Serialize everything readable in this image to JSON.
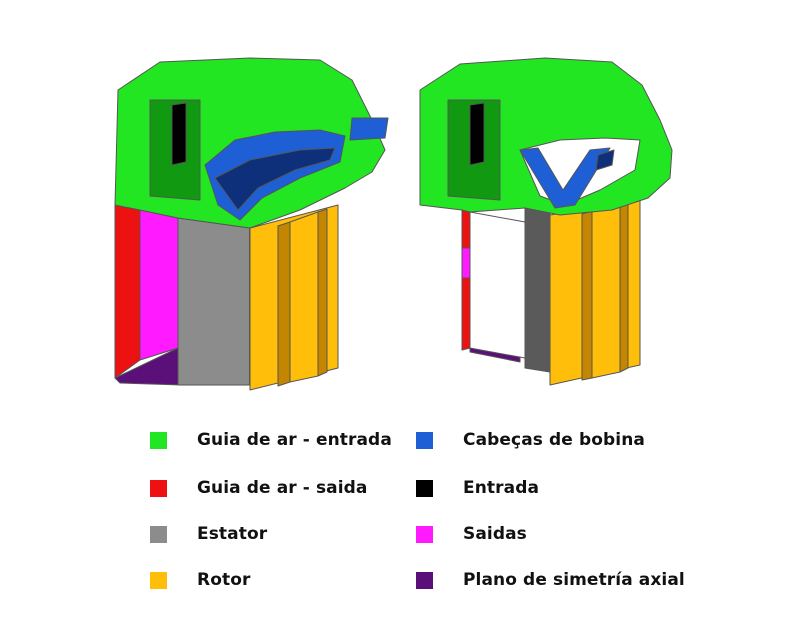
{
  "colors": {
    "green": "#22e622",
    "green_dark": "#119a11",
    "red": "#ee1111",
    "gray": "#8c8c8c",
    "gray_dark": "#5a5a5a",
    "yellow": "#ffbe0a",
    "yellow_dark": "#c48600",
    "blue": "#1f5fd6",
    "blue_dark": "#0e2f7a",
    "black": "#000000",
    "magenta": "#ff1aff",
    "purple": "#5a1078",
    "edge": "#555555"
  },
  "legend": [
    {
      "label": "Guia de ar - entrada",
      "color": "#22e622"
    },
    {
      "label": "Guia de ar - saida",
      "color": "#ee1111"
    },
    {
      "label": "Estator",
      "color": "#8c8c8c"
    },
    {
      "label": "Rotor",
      "color": "#ffbe0a"
    },
    {
      "label": "Cabeças de bobina",
      "color": "#1f5fd6"
    },
    {
      "label": "Entrada",
      "color": "#000000"
    },
    {
      "label": "Saidas",
      "color": "#ff1aff"
    },
    {
      "label": "Plano de simetría axial",
      "color": "#5a1078"
    }
  ]
}
